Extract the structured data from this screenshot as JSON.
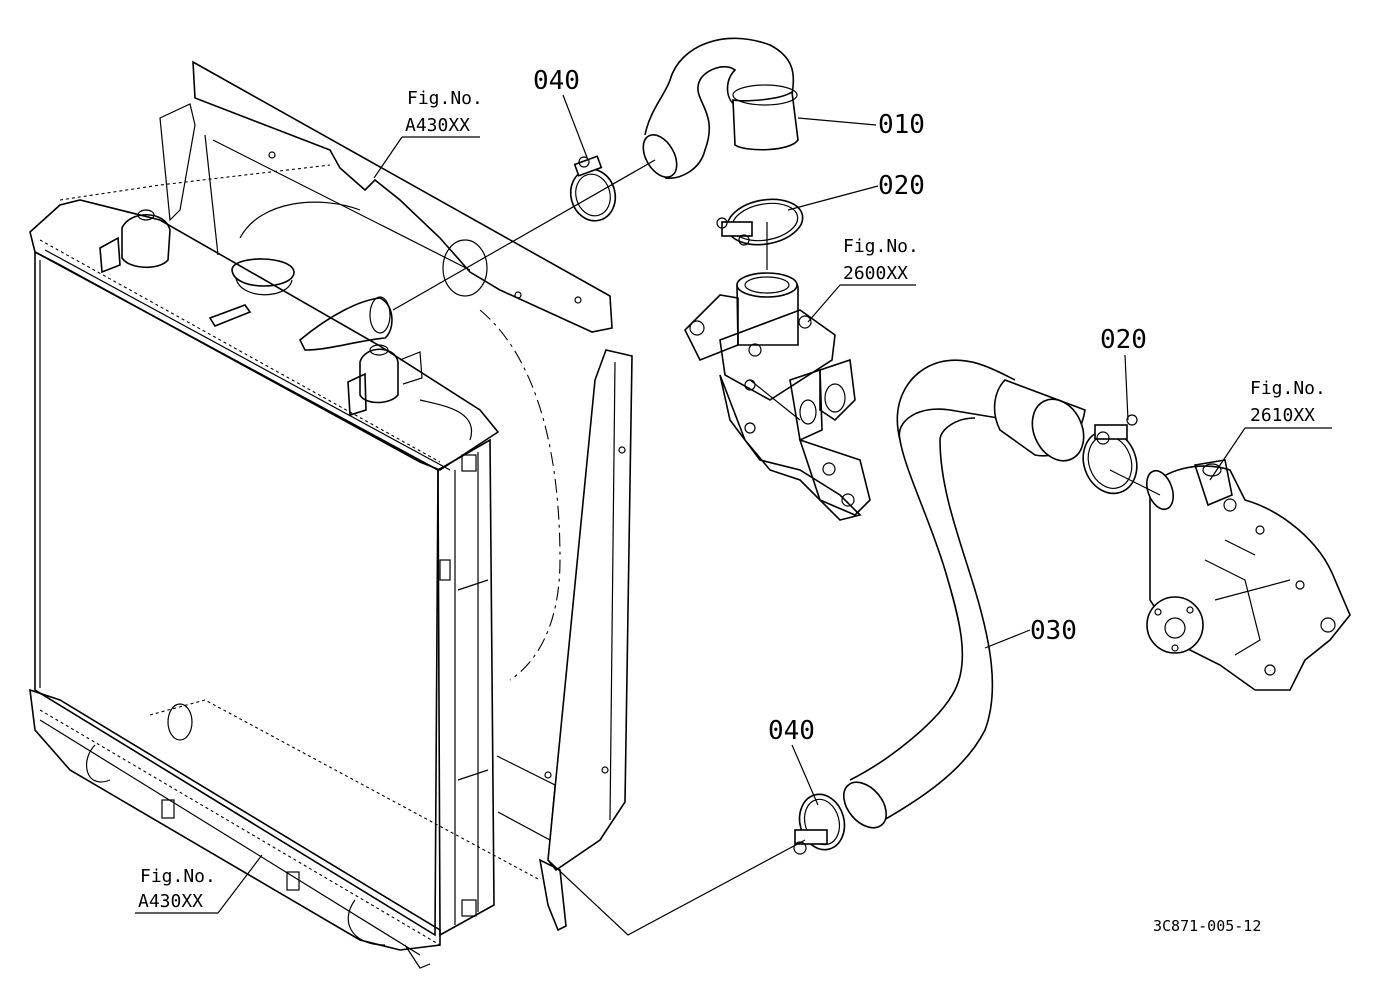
{
  "labels": {
    "p040_top": "040",
    "p010": "010",
    "p020_top": "020",
    "p020_right": "020",
    "p030": "030",
    "p040_bottom": "040",
    "fig_a430_top_line1": "Fig.No.",
    "fig_a430_top_line2": "A430XX",
    "fig_2600_line1": "Fig.No.",
    "fig_2600_line2": "2600XX",
    "fig_2610_line1": "Fig.No.",
    "fig_2610_line2": "2610XX",
    "fig_a430_bottom_line1": "Fig.No.",
    "fig_a430_bottom_line2": "A430XX",
    "drawing_code": "3C871-005-12"
  }
}
